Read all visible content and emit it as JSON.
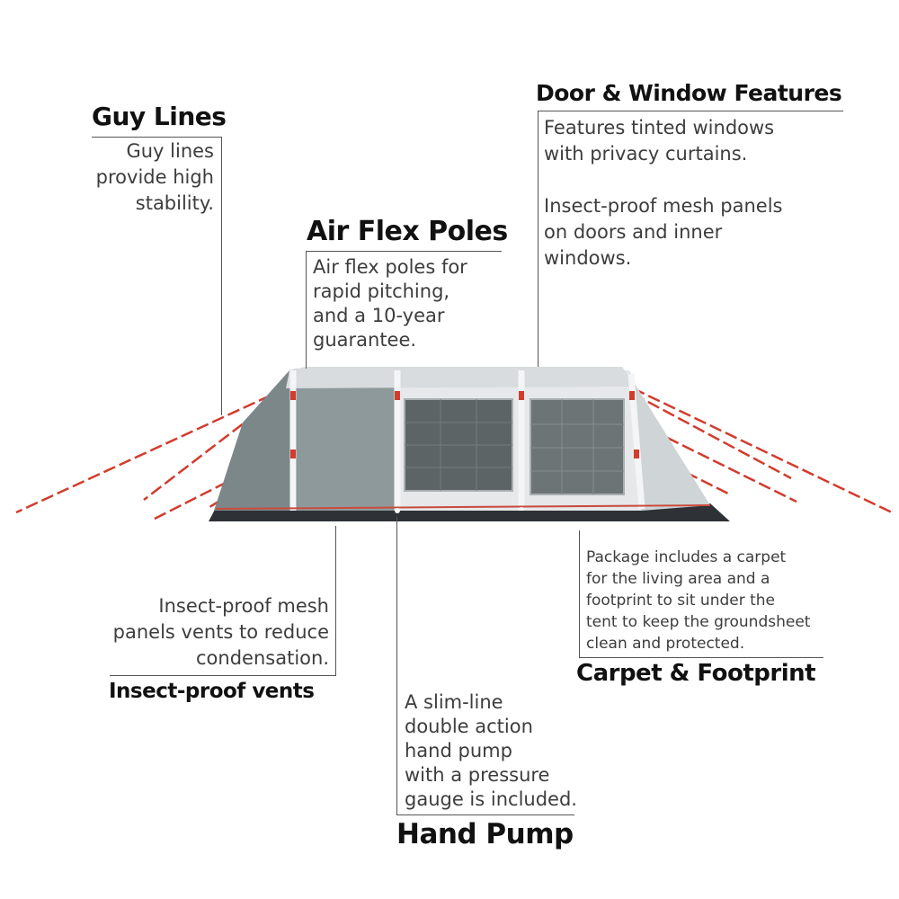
{
  "callouts": {
    "guy_lines": {
      "title": "Guy Lines",
      "text": [
        "Guy lines",
        "provide high",
        "stability."
      ]
    },
    "air_flex": {
      "title": "Air Flex Poles",
      "text": [
        "Air flex poles for",
        "rapid pitching,",
        "and a 10-year",
        "guarantee."
      ]
    },
    "door_window": {
      "title": "Door & Window Features",
      "text": [
        "Features tinted windows",
        "with privacy curtains."
      ],
      "text2": [
        "Insect-proof mesh panels",
        "on doors and inner",
        "windows."
      ]
    },
    "carpet": {
      "title": "Carpet & Footprint",
      "text": [
        "Package includes a carpet",
        "for the living area and a",
        "footprint to sit under the",
        "tent to keep the groundsheet",
        "clean and protected."
      ]
    },
    "vents": {
      "title": "Insect-proof vents",
      "text": [
        "Insect-proof mesh",
        "panels vents to reduce",
        "condensation."
      ]
    },
    "pump": {
      "title": "Hand Pump",
      "text": [
        "A slim-line",
        "double action",
        "hand pump",
        "with a pressure",
        "gauge is included."
      ]
    }
  },
  "colors": {
    "tent_body": "#8e999c",
    "tent_light": "#e6e8e9",
    "ground": "#2e3236",
    "guy_line": "#d23c2d"
  }
}
